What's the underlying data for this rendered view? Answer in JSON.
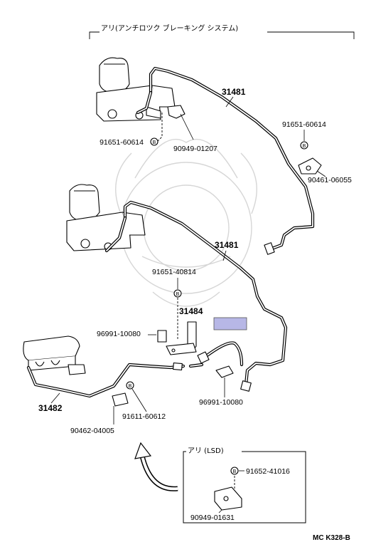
{
  "header": {
    "label": "アリ(アンチロツク ブレーキング システム)"
  },
  "callouts": {
    "pipe_upper": "31481",
    "pipe_lower": "31481",
    "pipe_left": "31482",
    "bracket_31484": "31484",
    "bolt_upper_left": "91651-60614",
    "clip_upper": "90949-01207",
    "bolt_upper_right": "91651-60614",
    "clip_upper_right": "90461-06055",
    "bolt_middle": "91651-40814",
    "clip_96991_left": "96991-10080",
    "clip_96991_right": "96991-10080",
    "bolt_lower": "91611-60612",
    "clip_lower_left": "90462-04005"
  },
  "inset": {
    "title": "アリ (LSD)",
    "bolt": "91652-41016",
    "clip": "90949-01631"
  },
  "bolt_marker": "B",
  "reference_code": "MC K328-B",
  "highlight_color": "#b7b7e6"
}
